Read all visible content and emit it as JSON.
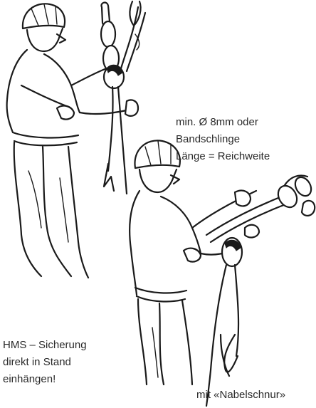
{
  "labels": {
    "sling": {
      "line1": "min. Ø 8mm oder",
      "line2": "Bandschlinge",
      "line3": "Länge = Reichweite"
    },
    "hms": {
      "line1": "HMS – Sicherung",
      "line2": "direkt in Stand",
      "line3": "einhängen!"
    },
    "nabel": "mit «Nabelschnur»"
  }
}
